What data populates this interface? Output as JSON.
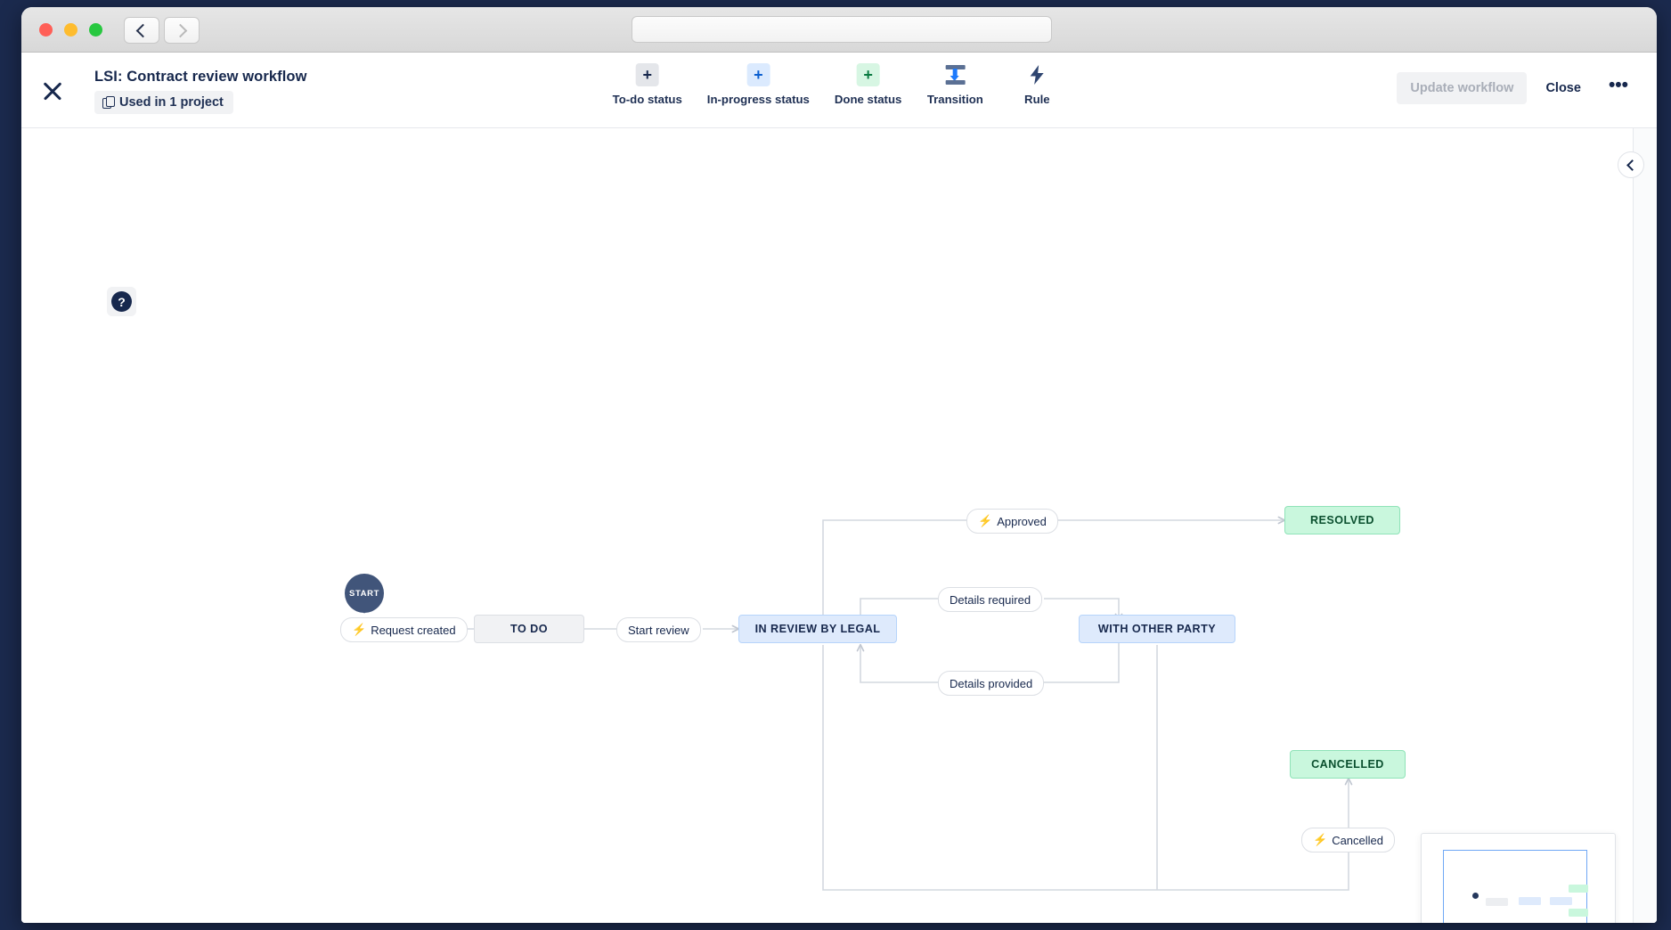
{
  "browser": {
    "traffic_lights": [
      "close",
      "minimize",
      "zoom"
    ],
    "back_label": "Back",
    "forward_label": "Forward",
    "url_value": "",
    "url_placeholder": ""
  },
  "header": {
    "close_icon": "close-icon",
    "title": "LSI: Contract review workflow",
    "used_in_chip": "Used in 1 project",
    "tools": [
      {
        "label": "To-do status",
        "icon": "plus-icon",
        "variant": "todo"
      },
      {
        "label": "In-progress status",
        "icon": "plus-icon",
        "variant": "progress"
      },
      {
        "label": "Done status",
        "icon": "plus-icon",
        "variant": "done"
      },
      {
        "label": "Transition",
        "icon": "transition-icon",
        "variant": "plain"
      },
      {
        "label": "Rule",
        "icon": "lightning-bolt-icon",
        "variant": "plain"
      }
    ],
    "update_label": "Update workflow",
    "update_disabled": true,
    "close_label": "Close",
    "more_label": "•••"
  },
  "canvas": {
    "help_label": "?",
    "collapse_label": "Collapse panel",
    "statuses": [
      {
        "id": "start",
        "label": "START",
        "type": "start"
      },
      {
        "id": "todo",
        "label": "TO DO",
        "type": "todo"
      },
      {
        "id": "review",
        "label": "IN REVIEW BY LEGAL",
        "type": "in-progress"
      },
      {
        "id": "other",
        "label": "WITH OTHER PARTY",
        "type": "in-progress"
      },
      {
        "id": "resolved",
        "label": "RESOLVED",
        "type": "done"
      },
      {
        "id": "cancelled",
        "label": "CANCELLED",
        "type": "done"
      }
    ],
    "transitions": [
      {
        "id": "t-request",
        "label": "Request created",
        "has_rule": true
      },
      {
        "id": "t-start",
        "label": "Start review",
        "has_rule": false
      },
      {
        "id": "t-approved",
        "label": "Approved",
        "has_rule": true
      },
      {
        "id": "t-required",
        "label": "Details required",
        "has_rule": false
      },
      {
        "id": "t-provided",
        "label": "Details provided",
        "has_rule": false
      },
      {
        "id": "t-cancel",
        "label": "Cancelled",
        "has_rule": true
      }
    ]
  },
  "minimap": {
    "label": "Workflow minimap"
  },
  "colors": {
    "todo_bg": "#f1f2f4",
    "progress_bg": "#deeafc",
    "done_bg": "#c9f7dd",
    "start_bg": "#41557a",
    "edge": "#c7ccd4",
    "text": "#17284d"
  }
}
